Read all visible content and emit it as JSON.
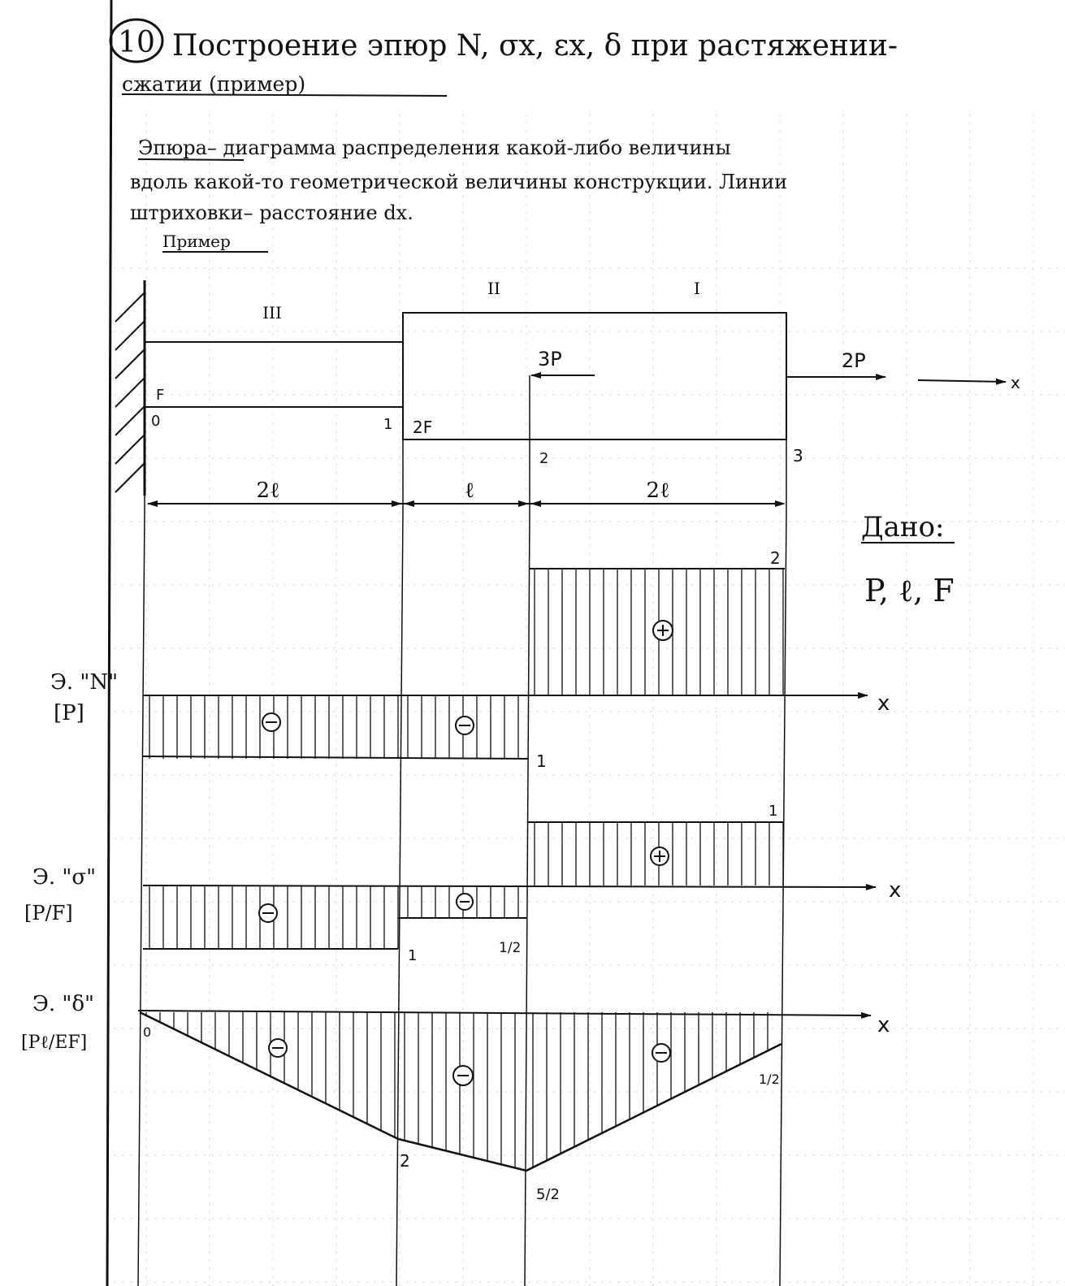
{
  "header": {
    "number": "10",
    "title_line1": "Построение эпюр N, σx, εx, δ при растяжении-",
    "title_line2": "сжатии (пример)"
  },
  "definition": {
    "term": "Эпюра",
    "line1": "Эпюра– диаграмма распределения какой-либо величины",
    "line2": "вдоль какой-то геометрической величины конструкции. Линии",
    "line3": "штриховки– расстояние dx."
  },
  "example_label": "Пример",
  "bar": {
    "sections": [
      "III",
      "II",
      "I"
    ],
    "area_labels": [
      "F",
      "2F"
    ],
    "node_labels": [
      "0",
      "1",
      "2",
      "3"
    ],
    "length_labels": [
      "2ℓ",
      "ℓ",
      "2ℓ"
    ],
    "forces": [
      "3P",
      "2P"
    ],
    "axis_label": "x"
  },
  "given": {
    "title": "Дано:",
    "values": "P, ℓ, F"
  },
  "diagrams": [
    {
      "label": "Э. \"N\"",
      "units": "[P]",
      "axis_label": "x",
      "values": [
        -1,
        -1,
        2
      ],
      "value_labels": [
        "1",
        "2"
      ],
      "signs": [
        "⊖",
        "⊖",
        "⊕"
      ]
    },
    {
      "label": "Э. \"σ\"",
      "units": "[P/F]",
      "axis_label": "x",
      "values": [
        -1,
        -0.5,
        1
      ],
      "value_labels": [
        "1",
        "1/2",
        "1"
      ],
      "signs": [
        "⊖",
        "⊖",
        "⊕"
      ]
    },
    {
      "label": "Э. \"δ\"",
      "units": "[Pℓ/EF]",
      "axis_label": "x",
      "values": [
        0,
        -2,
        -2.5,
        -0.5
      ],
      "value_labels": [
        "0",
        "2",
        "5/2",
        "1/2"
      ],
      "signs": [
        "⊖",
        "⊖",
        "⊖"
      ]
    }
  ],
  "colors": {
    "ink": "#111111",
    "paper": "#ffffff",
    "grid": "#c8c8c8"
  }
}
